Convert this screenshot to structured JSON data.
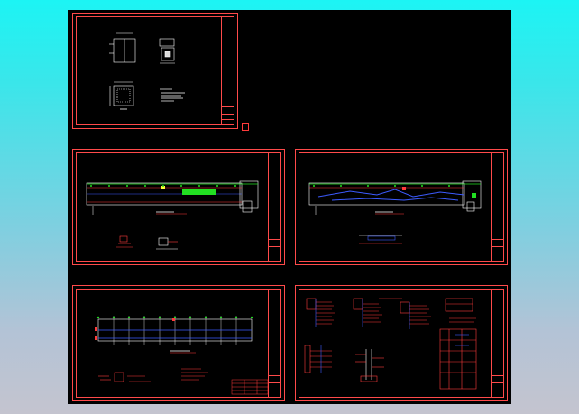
{
  "app": {
    "canvas_color": "#000000",
    "frame_color": "#ff4a4a",
    "background_top": "#1cf4f4",
    "background_bottom": "#c4c4cf"
  },
  "sheets": [
    {
      "id": "sheet-1",
      "kind": "details"
    },
    {
      "id": "sheet-2",
      "kind": "plan"
    },
    {
      "id": "sheet-3",
      "kind": "plan"
    },
    {
      "id": "sheet-4",
      "kind": "grid-plan"
    },
    {
      "id": "sheet-5",
      "kind": "schematics"
    }
  ],
  "line_colors": {
    "red": "#ff3b3b",
    "blue": "#3c5bff",
    "white": "#ffffff",
    "green": "#22e022",
    "yellow": "#ffff33",
    "cyan": "#00e5ff"
  }
}
